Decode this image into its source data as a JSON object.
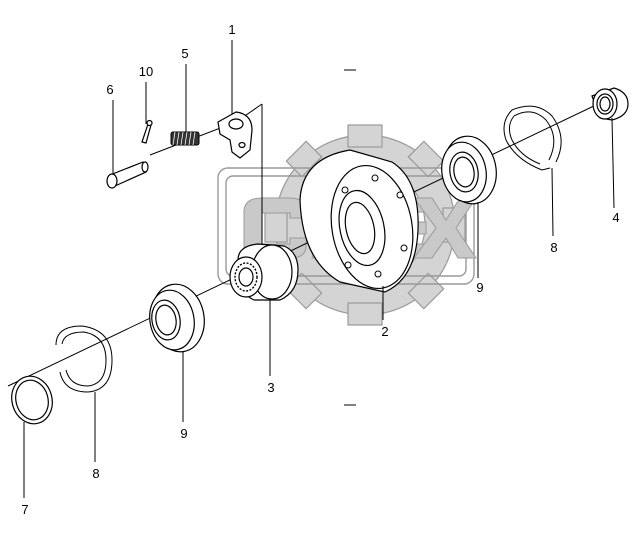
{
  "diagram": {
    "part_numbers": [
      "1",
      "10",
      "5",
      "6",
      "4",
      "8",
      "9",
      "2",
      "3",
      "9",
      "8",
      "7"
    ],
    "colors": {
      "line": "#000000",
      "watermark": "#9a9a9a",
      "watermark_fill": "#d4d4d4",
      "background": "#ffffff"
    }
  }
}
